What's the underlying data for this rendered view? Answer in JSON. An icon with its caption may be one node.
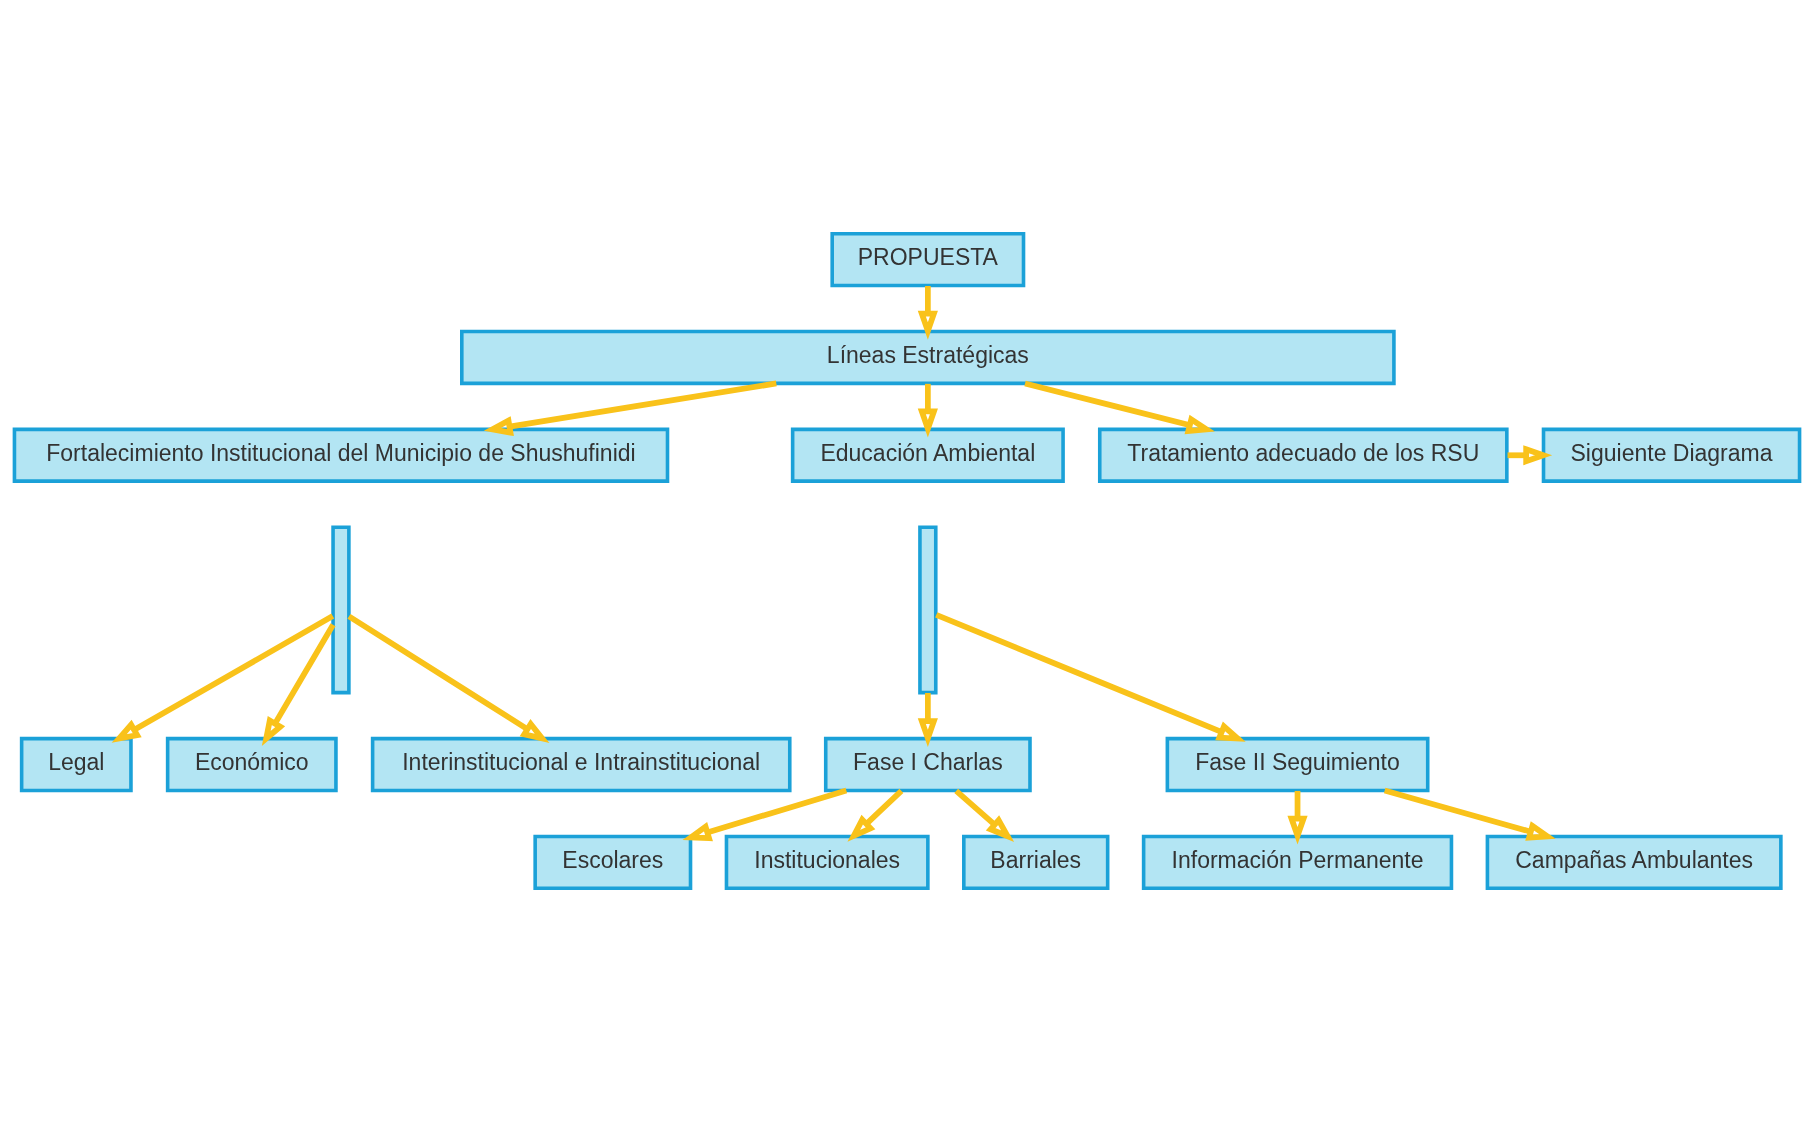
{
  "diagram": {
    "nodes": [
      {
        "text": [
          "PROPUESTA"
        ]
      },
      {
        "text": [
          "Líneas Estratégicas"
        ]
      },
      {
        "text": [
          "Fortalecimiento Institucional del Municipio de Shushufinidi"
        ]
      },
      {
        "text": [
          "Educación Ambiental"
        ]
      },
      {
        "text": [
          "Tratamiento adecuado de los RSU"
        ]
      },
      {
        "text": [
          "Siguiente Diagrama"
        ]
      },
      {
        "text": [],
        "shape": "bar"
      },
      {
        "text": [
          "Legal"
        ]
      },
      {
        "text": [
          "Económico"
        ]
      },
      {
        "text": [
          "Interinstitucional e Intrainstitucional"
        ]
      },
      {
        "text": [],
        "shape": "bar"
      },
      {
        "text": [
          "Fase I Charlas"
        ]
      },
      {
        "text": [
          "Escolares"
        ]
      },
      {
        "text": [
          "Institucionales"
        ]
      },
      {
        "text": [
          "Barriales"
        ]
      },
      {
        "text": [
          "Fase II Seguimiento"
        ]
      },
      {
        "text": [
          "Información Permanente"
        ]
      },
      {
        "text": [
          "Campañas Ambulantes"
        ]
      }
    ],
    "edges": [
      {
        "from": 0,
        "to": 1,
        "arrow": "to"
      },
      {
        "from": 1,
        "to": 2,
        "arrow": "to"
      },
      {
        "from": 1,
        "to": 3,
        "arrow": "to"
      },
      {
        "from": 1,
        "to": 4,
        "arrow": "to"
      },
      {
        "from": 4,
        "to": 5,
        "arrow": "to"
      },
      {
        "from": 6,
        "to": 7,
        "arrow": "to"
      },
      {
        "from": 6,
        "to": 8,
        "arrow": "to"
      },
      {
        "from": 6,
        "to": 9,
        "arrow": "to"
      },
      {
        "from": 10,
        "to": 11,
        "arrow": "to"
      },
      {
        "from": 10,
        "to": 15,
        "arrow": "to"
      },
      {
        "from": 11,
        "to": 12,
        "arrow": "to"
      },
      {
        "from": 11,
        "to": 13,
        "arrow": "to"
      },
      {
        "from": 11,
        "to": 14,
        "arrow": "to"
      },
      {
        "from": 15,
        "to": 16,
        "arrow": "to"
      },
      {
        "from": 15,
        "to": 17,
        "arrow": "to"
      }
    ]
  }
}
